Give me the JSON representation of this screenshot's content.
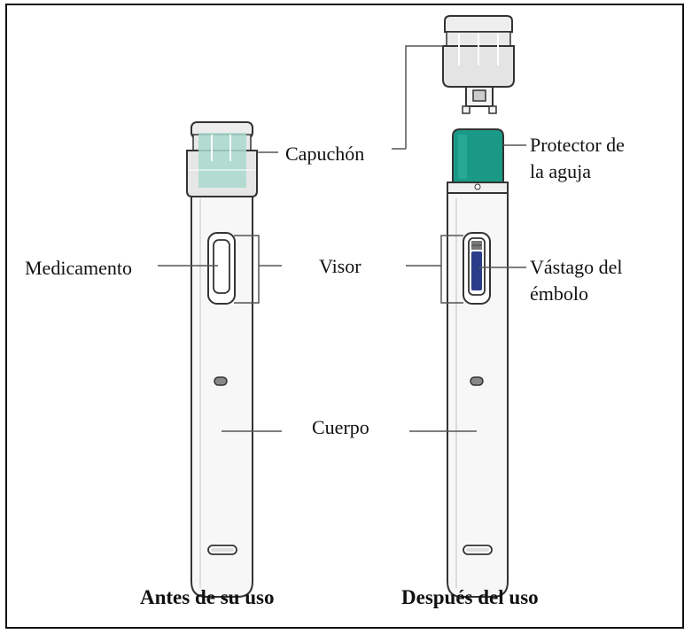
{
  "diagram": {
    "labels": {
      "capuchon": "Capuchón",
      "protector_line1": "Protector de",
      "protector_line2": "la aguja",
      "medicamento": "Medicamento",
      "visor": "Visor",
      "vastago_line1": "Vástago del",
      "vastago_line2": "émbolo",
      "cuerpo": "Cuerpo"
    },
    "captions": {
      "before": "Antes de su uso",
      "after": "Después del uso"
    }
  },
  "colors": {
    "outline": "#333333",
    "pen_body": "#f7f7f7",
    "cap_body": "#ececec",
    "medication": "#a8d8cc",
    "needle_shield": "#1a9a86",
    "plunger": "#2a3c8a",
    "leader_line": "#555555"
  }
}
